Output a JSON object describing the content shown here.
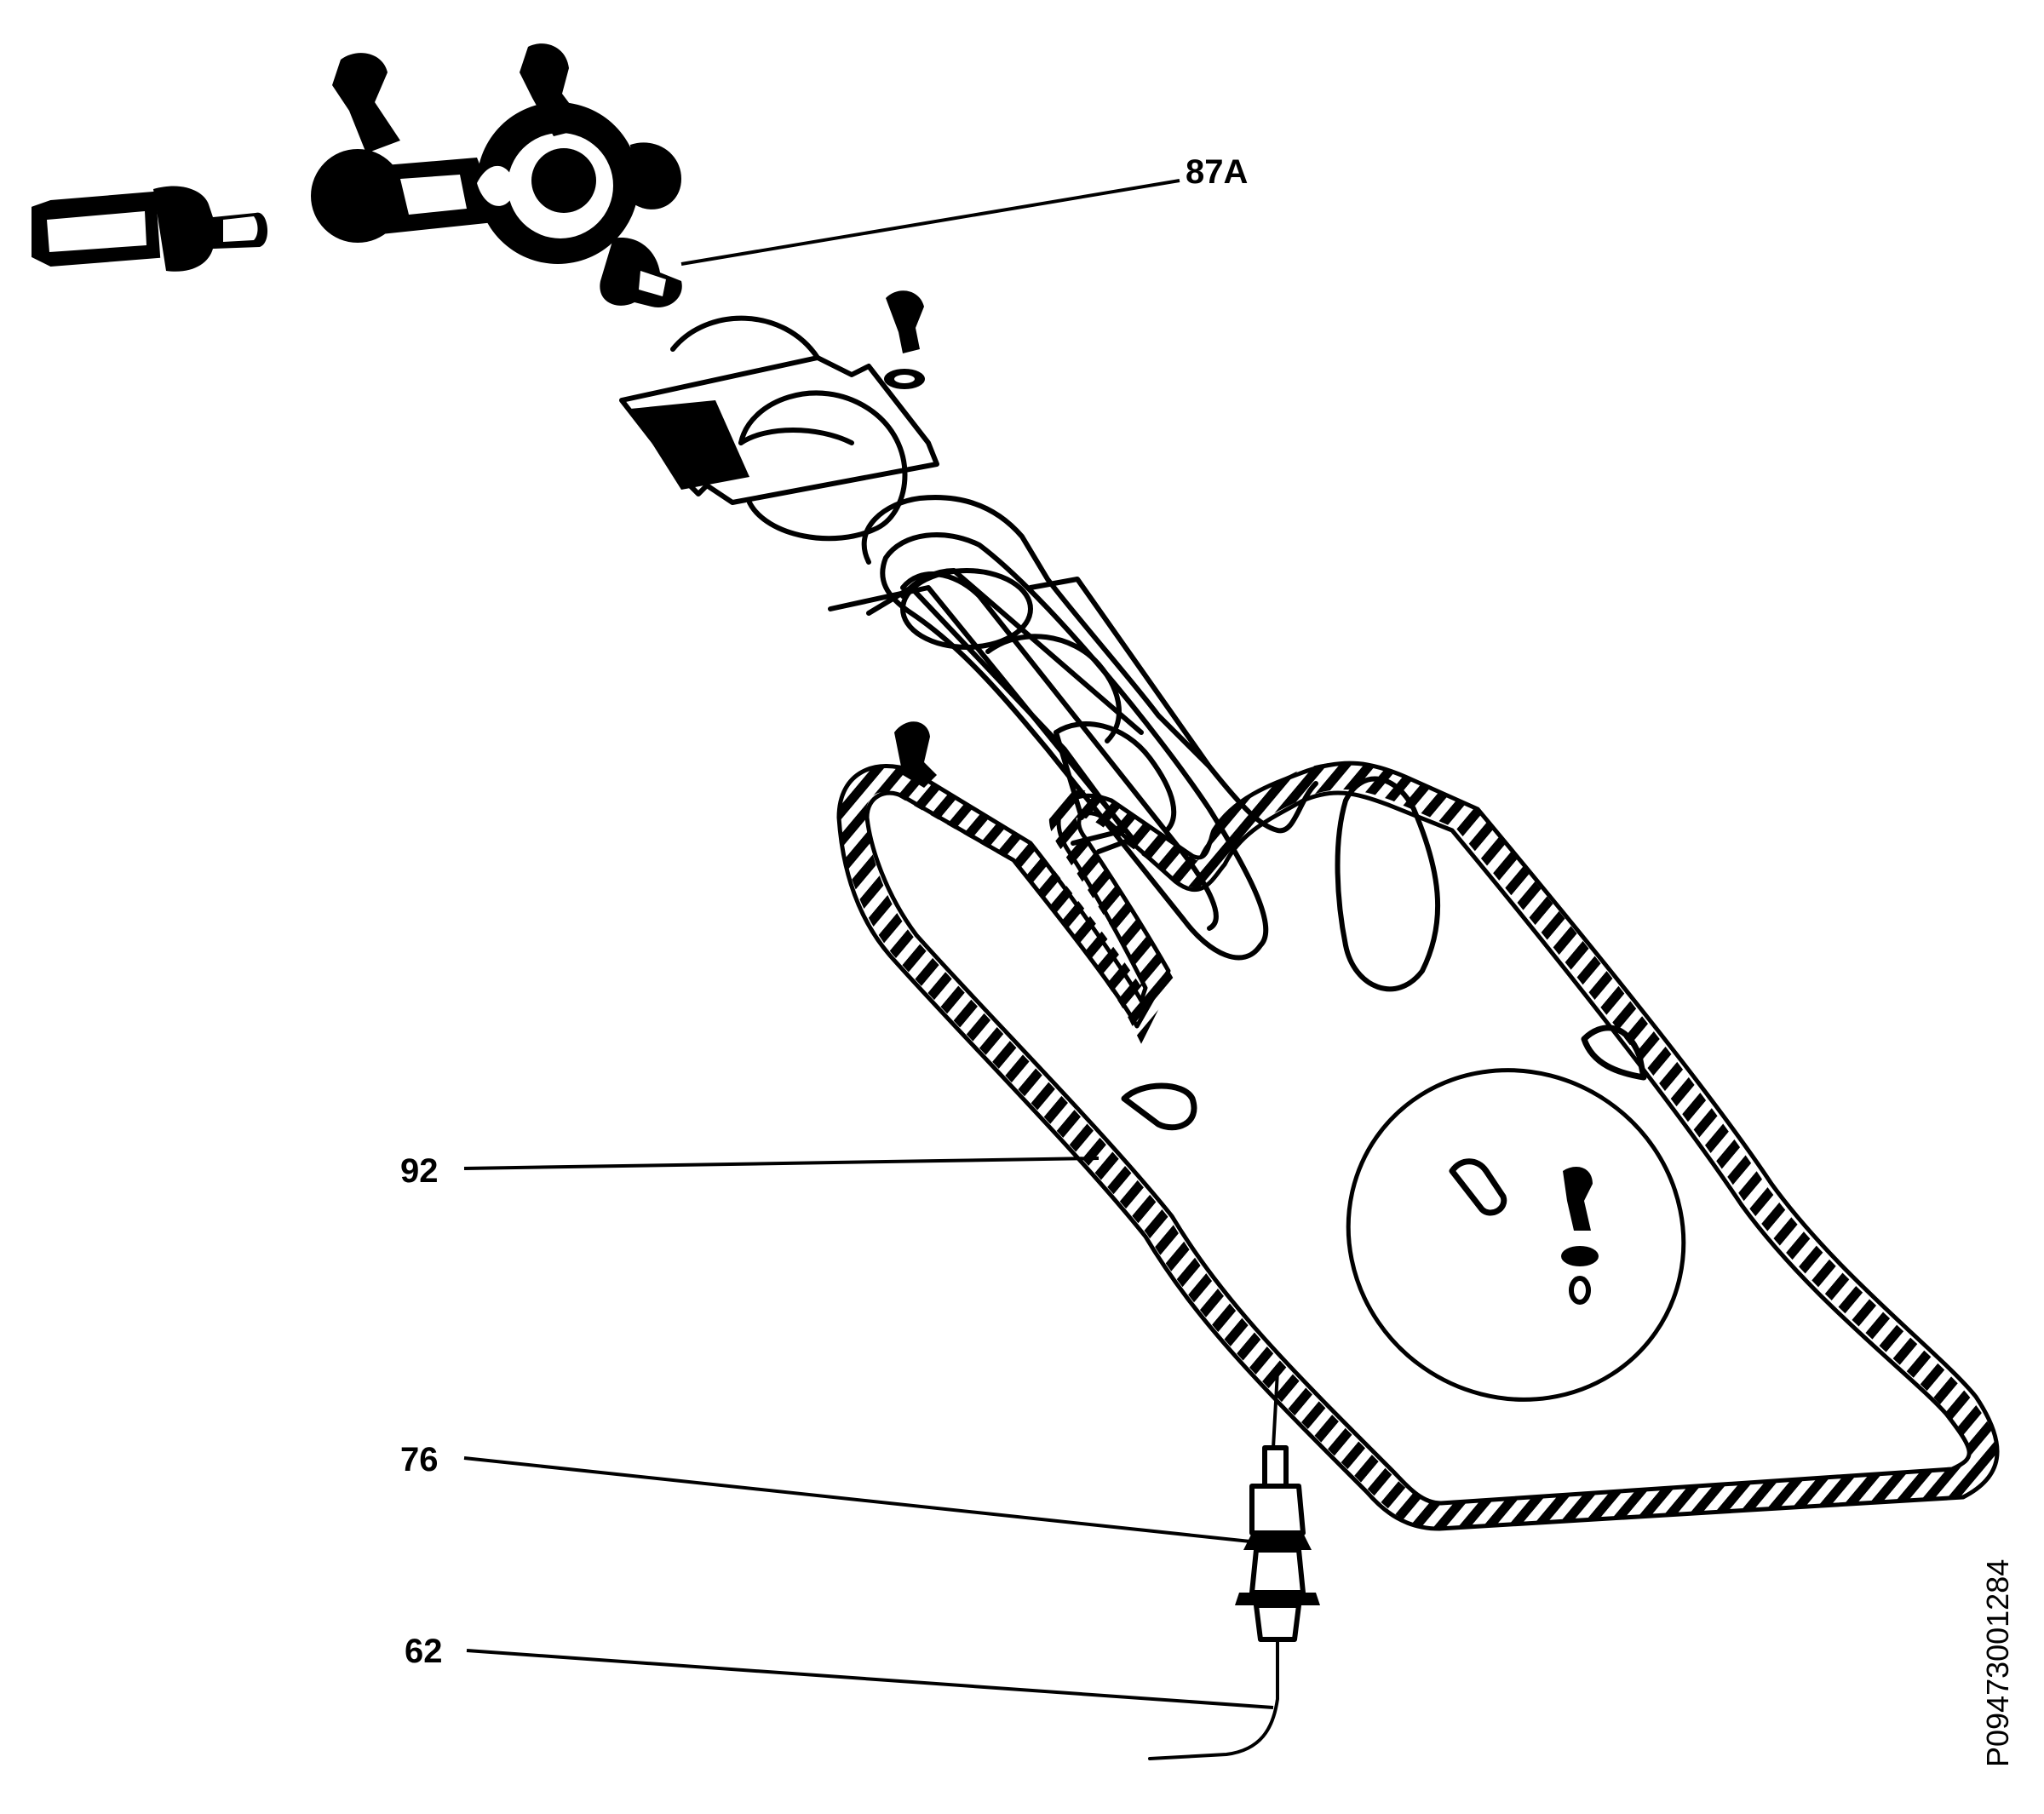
{
  "callouts": {
    "p87a": "87A",
    "p92": "92",
    "p76": "76",
    "p62": "62"
  },
  "reference_code": "P09473001284",
  "colors": {
    "ink": "#000000",
    "paper": "#ffffff"
  }
}
